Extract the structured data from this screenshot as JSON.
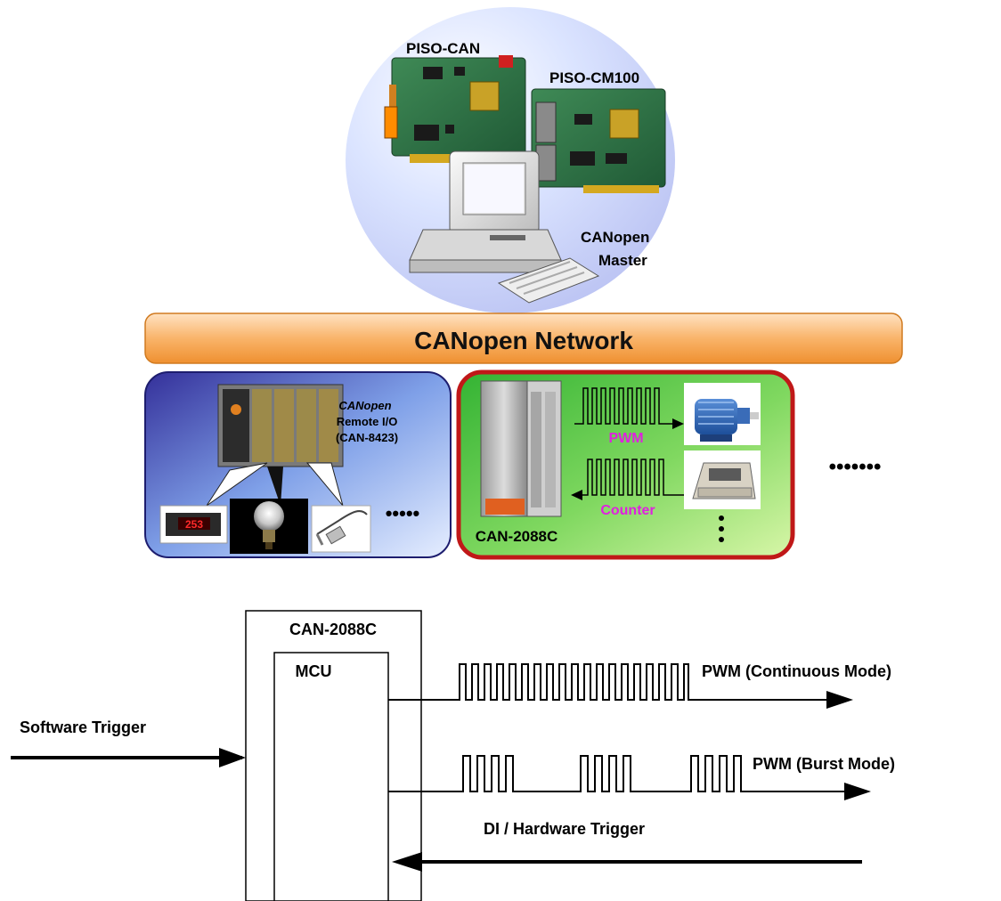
{
  "top": {
    "card1": "PISO-CAN",
    "card2": "PISO-CM100",
    "master_line1": "CANopen",
    "master_line2": "Master"
  },
  "network": {
    "title": "CANopen Network"
  },
  "left_panel": {
    "line1": "CANopen",
    "line2": "Remote I/O",
    "line3": "(CAN-8423)",
    "display_value": "253",
    "more": "•••••"
  },
  "right_panel": {
    "module_label": "CAN-2088C",
    "pwm_label": "PWM",
    "counter_label": "Counter"
  },
  "more_nodes": "•••••••",
  "lower": {
    "device_label": "CAN-2088C",
    "mcu_label": "MCU",
    "software_trigger": "Software Trigger",
    "pwm_continuous": "PWM (Continuous Mode)",
    "pwm_burst": "PWM (Burst Mode)",
    "di_trigger": "DI / Hardware Trigger"
  },
  "colors": {
    "pwm_text": "#e020e0",
    "right_panel_border": "#c01818",
    "network_bar": "#f5a040"
  }
}
